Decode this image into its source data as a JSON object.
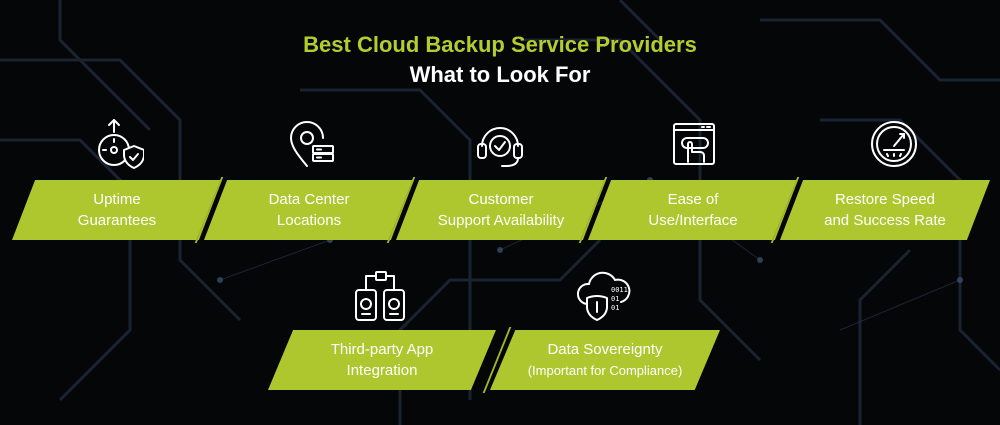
{
  "title": {
    "line1": "Best Cloud Backup Service Providers",
    "line2": "What to Look For"
  },
  "colors": {
    "accent": "#afc72f",
    "title_accent": "#b4cc2e",
    "background": "#050608",
    "text": "#ffffff"
  },
  "items": [
    {
      "icon": "uptime-shield-icon",
      "line1": "Uptime",
      "line2": "Guarantees"
    },
    {
      "icon": "location-server-icon",
      "line1": "Data Center",
      "line2": "Locations"
    },
    {
      "icon": "headset-support-icon",
      "line1": "Customer",
      "line2": "Support Availability"
    },
    {
      "icon": "touch-interface-icon",
      "line1": "Ease of",
      "line2": "Use/Interface"
    },
    {
      "icon": "speedometer-icon",
      "line1": "Restore Speed",
      "line2": "and Success Rate"
    },
    {
      "icon": "app-integration-icon",
      "line1": "Third-party App",
      "line2": "Integration"
    },
    {
      "icon": "cloud-data-shield-icon",
      "line1": "Data Sovereignty",
      "line2": "(Important for Compliance)"
    }
  ]
}
